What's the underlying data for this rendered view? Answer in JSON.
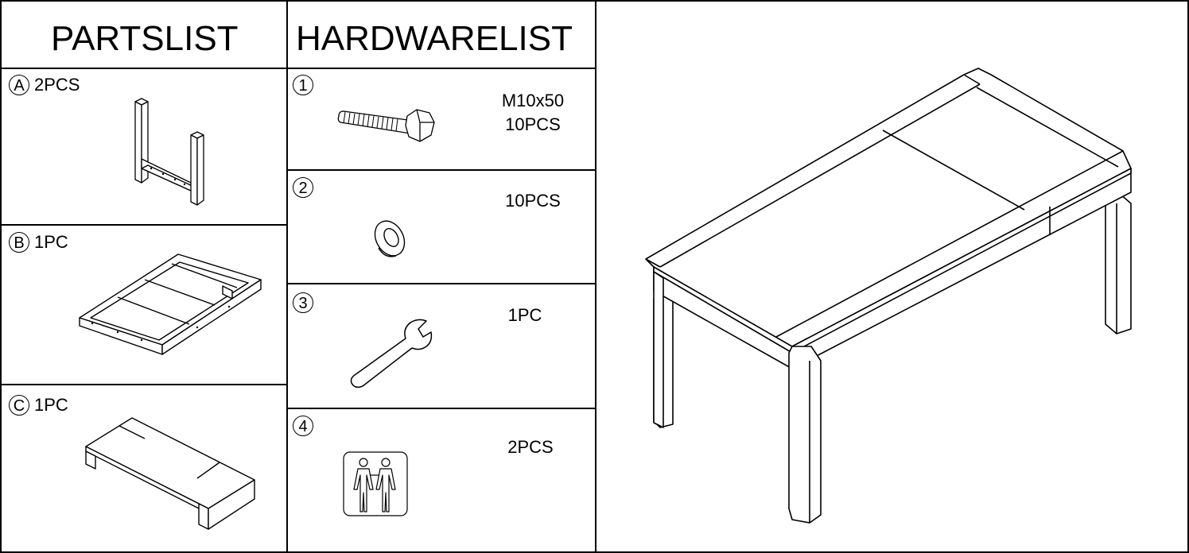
{
  "headers": {
    "parts": "PARTSLIST",
    "hardware": "HARDWARELIST"
  },
  "parts": [
    {
      "letter": "A",
      "qty": "2PCS",
      "icon": "u-shaped-leg-frame-icon"
    },
    {
      "letter": "B",
      "qty": "1PC",
      "icon": "table-apron-frame-icon"
    },
    {
      "letter": "C",
      "qty": "1PC",
      "icon": "extension-leaf-icon"
    }
  ],
  "hardware": [
    {
      "number": "1",
      "spec": "M10x50",
      "qty": "10PCS",
      "icon": "hex-bolt-icon"
    },
    {
      "number": "2",
      "qty": "10PCS",
      "icon": "washer-icon"
    },
    {
      "number": "3",
      "qty": "1PC",
      "icon": "wrench-icon"
    },
    {
      "number": "4",
      "qty": "2PCS",
      "icon": "two-person-assembly-icon"
    }
  ],
  "colors": {
    "line": "#000000",
    "background": "#ffffff"
  }
}
